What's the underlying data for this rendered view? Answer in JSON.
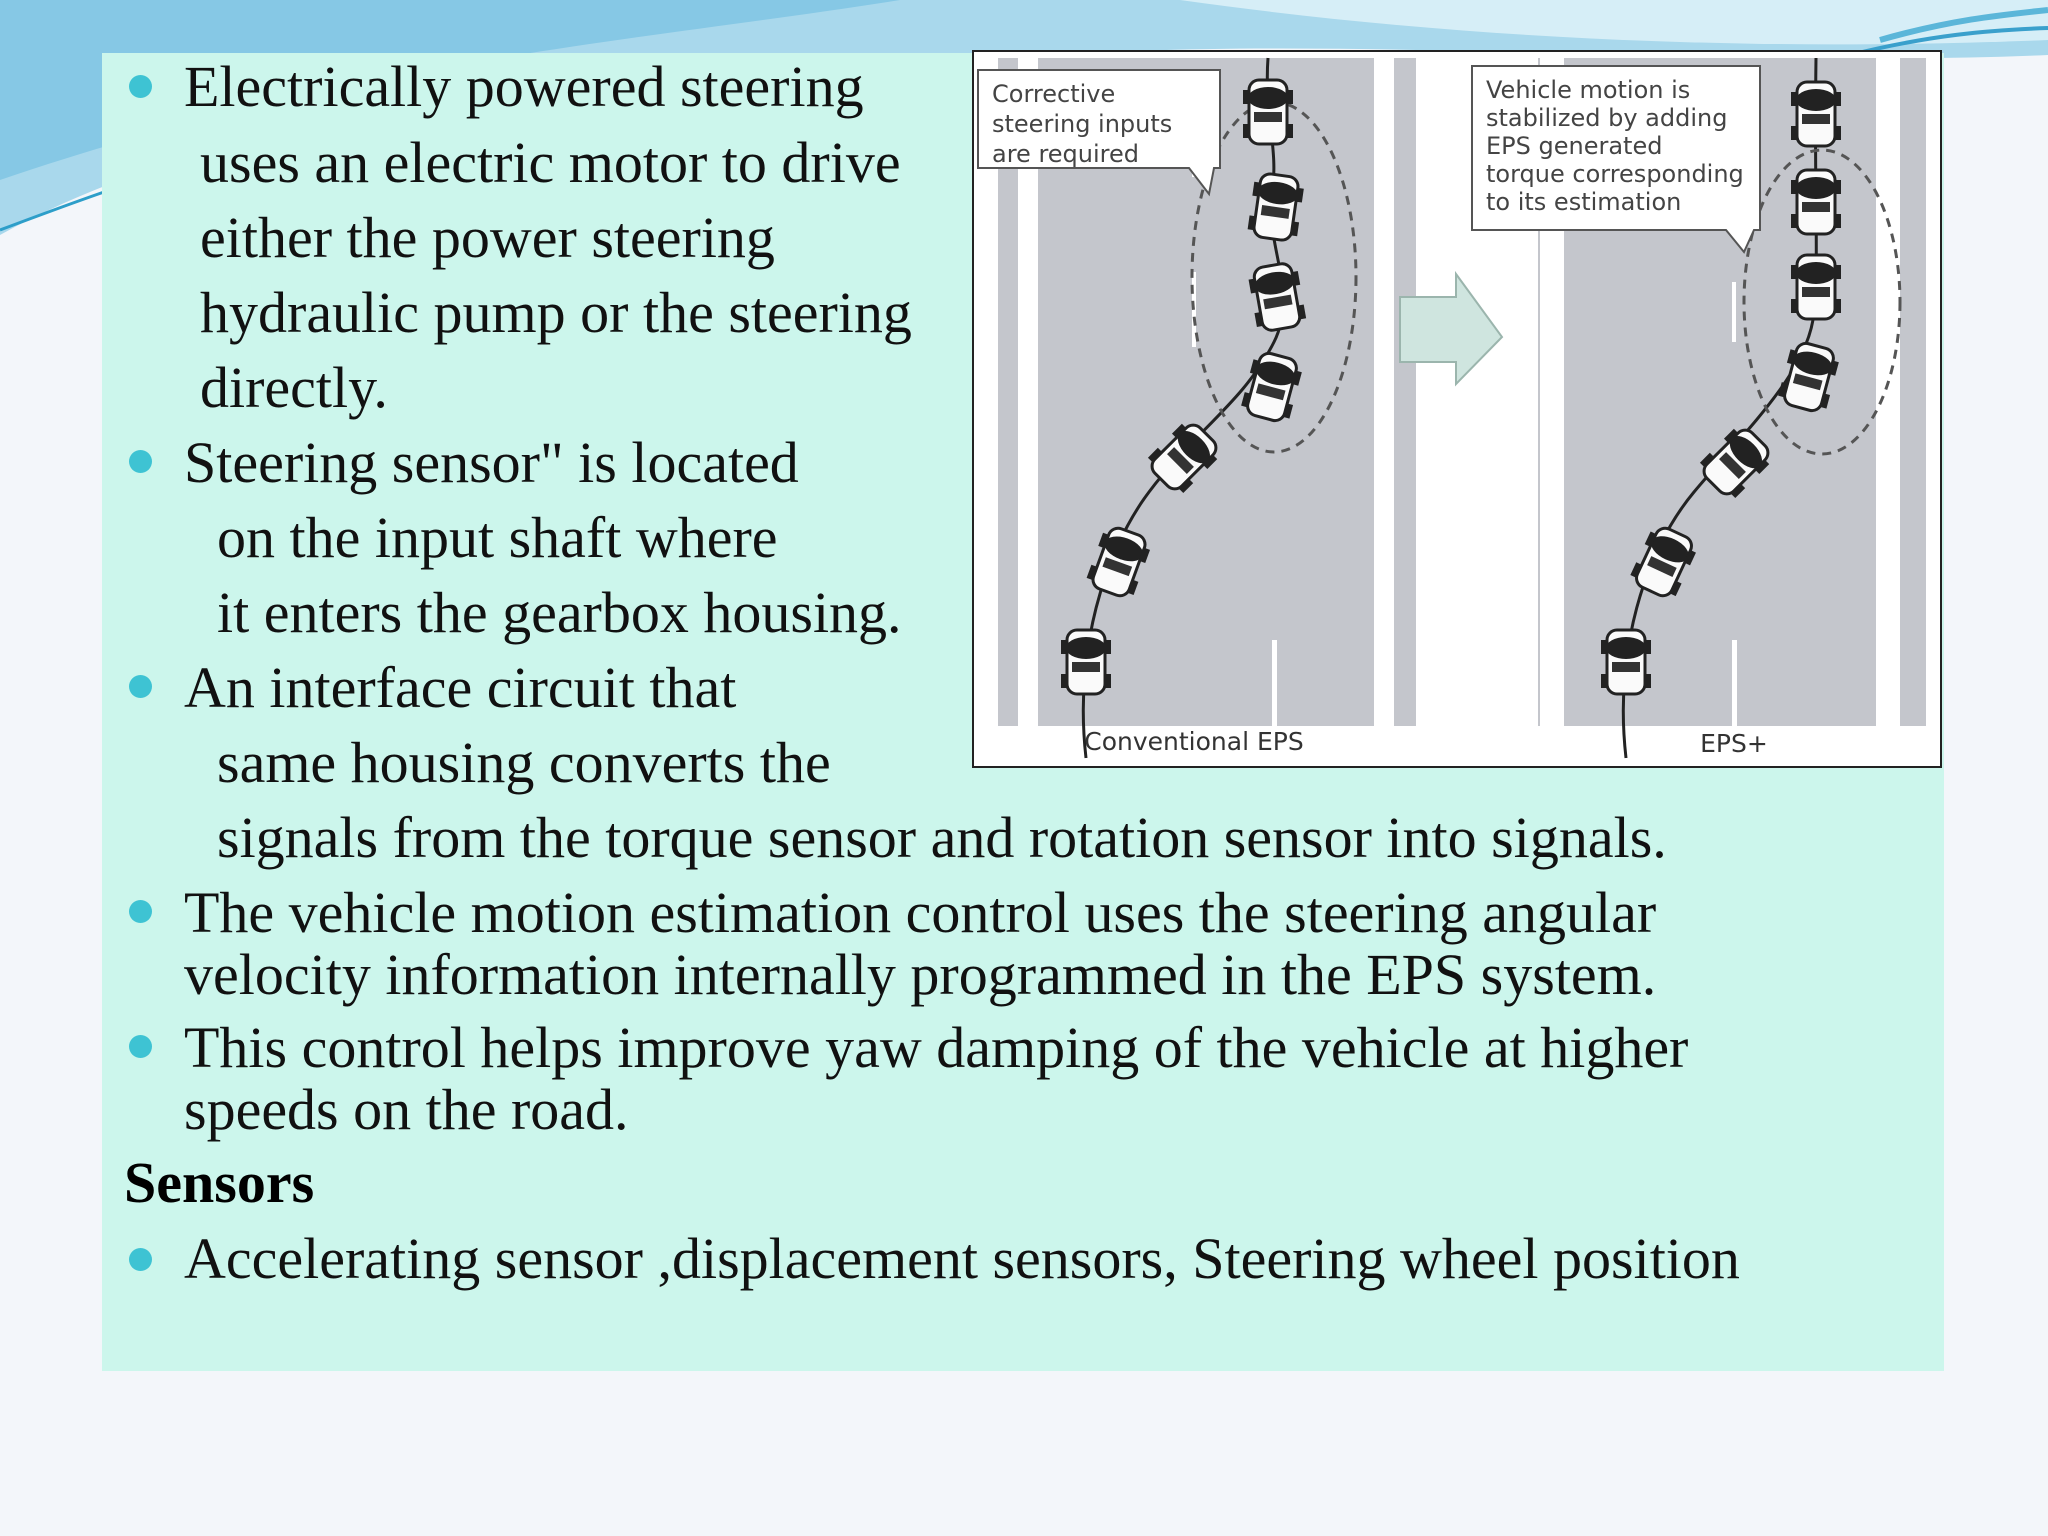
{
  "bullets": [
    {
      "lines": [
        "Electrically powered steering",
        "uses an electric motor to drive",
        "either the power steering",
        "hydraulic pump or the steering",
        "directly."
      ]
    },
    {
      "lines": [
        "Steering sensor\" is located",
        "on the input shaft where",
        "it enters the gearbox housing."
      ]
    },
    {
      "lines": [
        "An interface circuit that",
        "same housing converts the",
        "signals from the torque sensor and rotation sensor into signals."
      ]
    },
    {
      "lines": [
        "The vehicle motion estimation control uses the steering angular",
        "velocity information internally programmed in the EPS system."
      ]
    },
    {
      "lines": [
        "This control helps improve yaw damping of the vehicle at higher",
        "speeds on the road."
      ]
    }
  ],
  "sensors": {
    "heading": "Sensors",
    "item": "Accelerating sensor ,displacement sensors, Steering wheel position"
  },
  "figure": {
    "left_callout": [
      "Corrective",
      "steering inputs",
      "are required"
    ],
    "right_callout": [
      "Vehicle motion is",
      "stabilized by adding",
      "EPS generated",
      "torque corresponding",
      "to its estimation"
    ],
    "left_label": "Conventional EPS",
    "right_label": "EPS+"
  },
  "colors": {
    "panel": "#ccf6ec",
    "bullet": "#3ec3d3",
    "arrow": "#cfe5df"
  }
}
